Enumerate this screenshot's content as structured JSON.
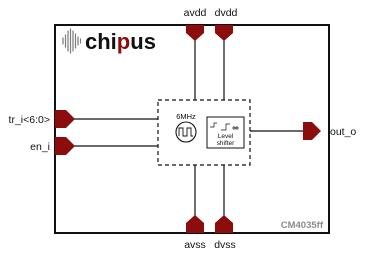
{
  "logo": {
    "text_part1": "chi",
    "text_part2": "p",
    "text_part3": "us"
  },
  "part_number": "CM4035ff",
  "pins": {
    "avdd": "avdd",
    "dvdd": "dvdd",
    "avss": "avss",
    "dvss": "dvss",
    "tr_i": "tr_i<6:0>",
    "en_i": "en_i",
    "out_o": "out_o"
  },
  "oscillator": {
    "label": "6MHz"
  },
  "level_shifter": {
    "label_line1": "Level",
    "label_line2": "shifter"
  },
  "colors": {
    "pin_fill": "#8b0d0d",
    "logo_accent": "#8b0d0d",
    "border": "#111111",
    "part_number": "#8c8c8c"
  }
}
